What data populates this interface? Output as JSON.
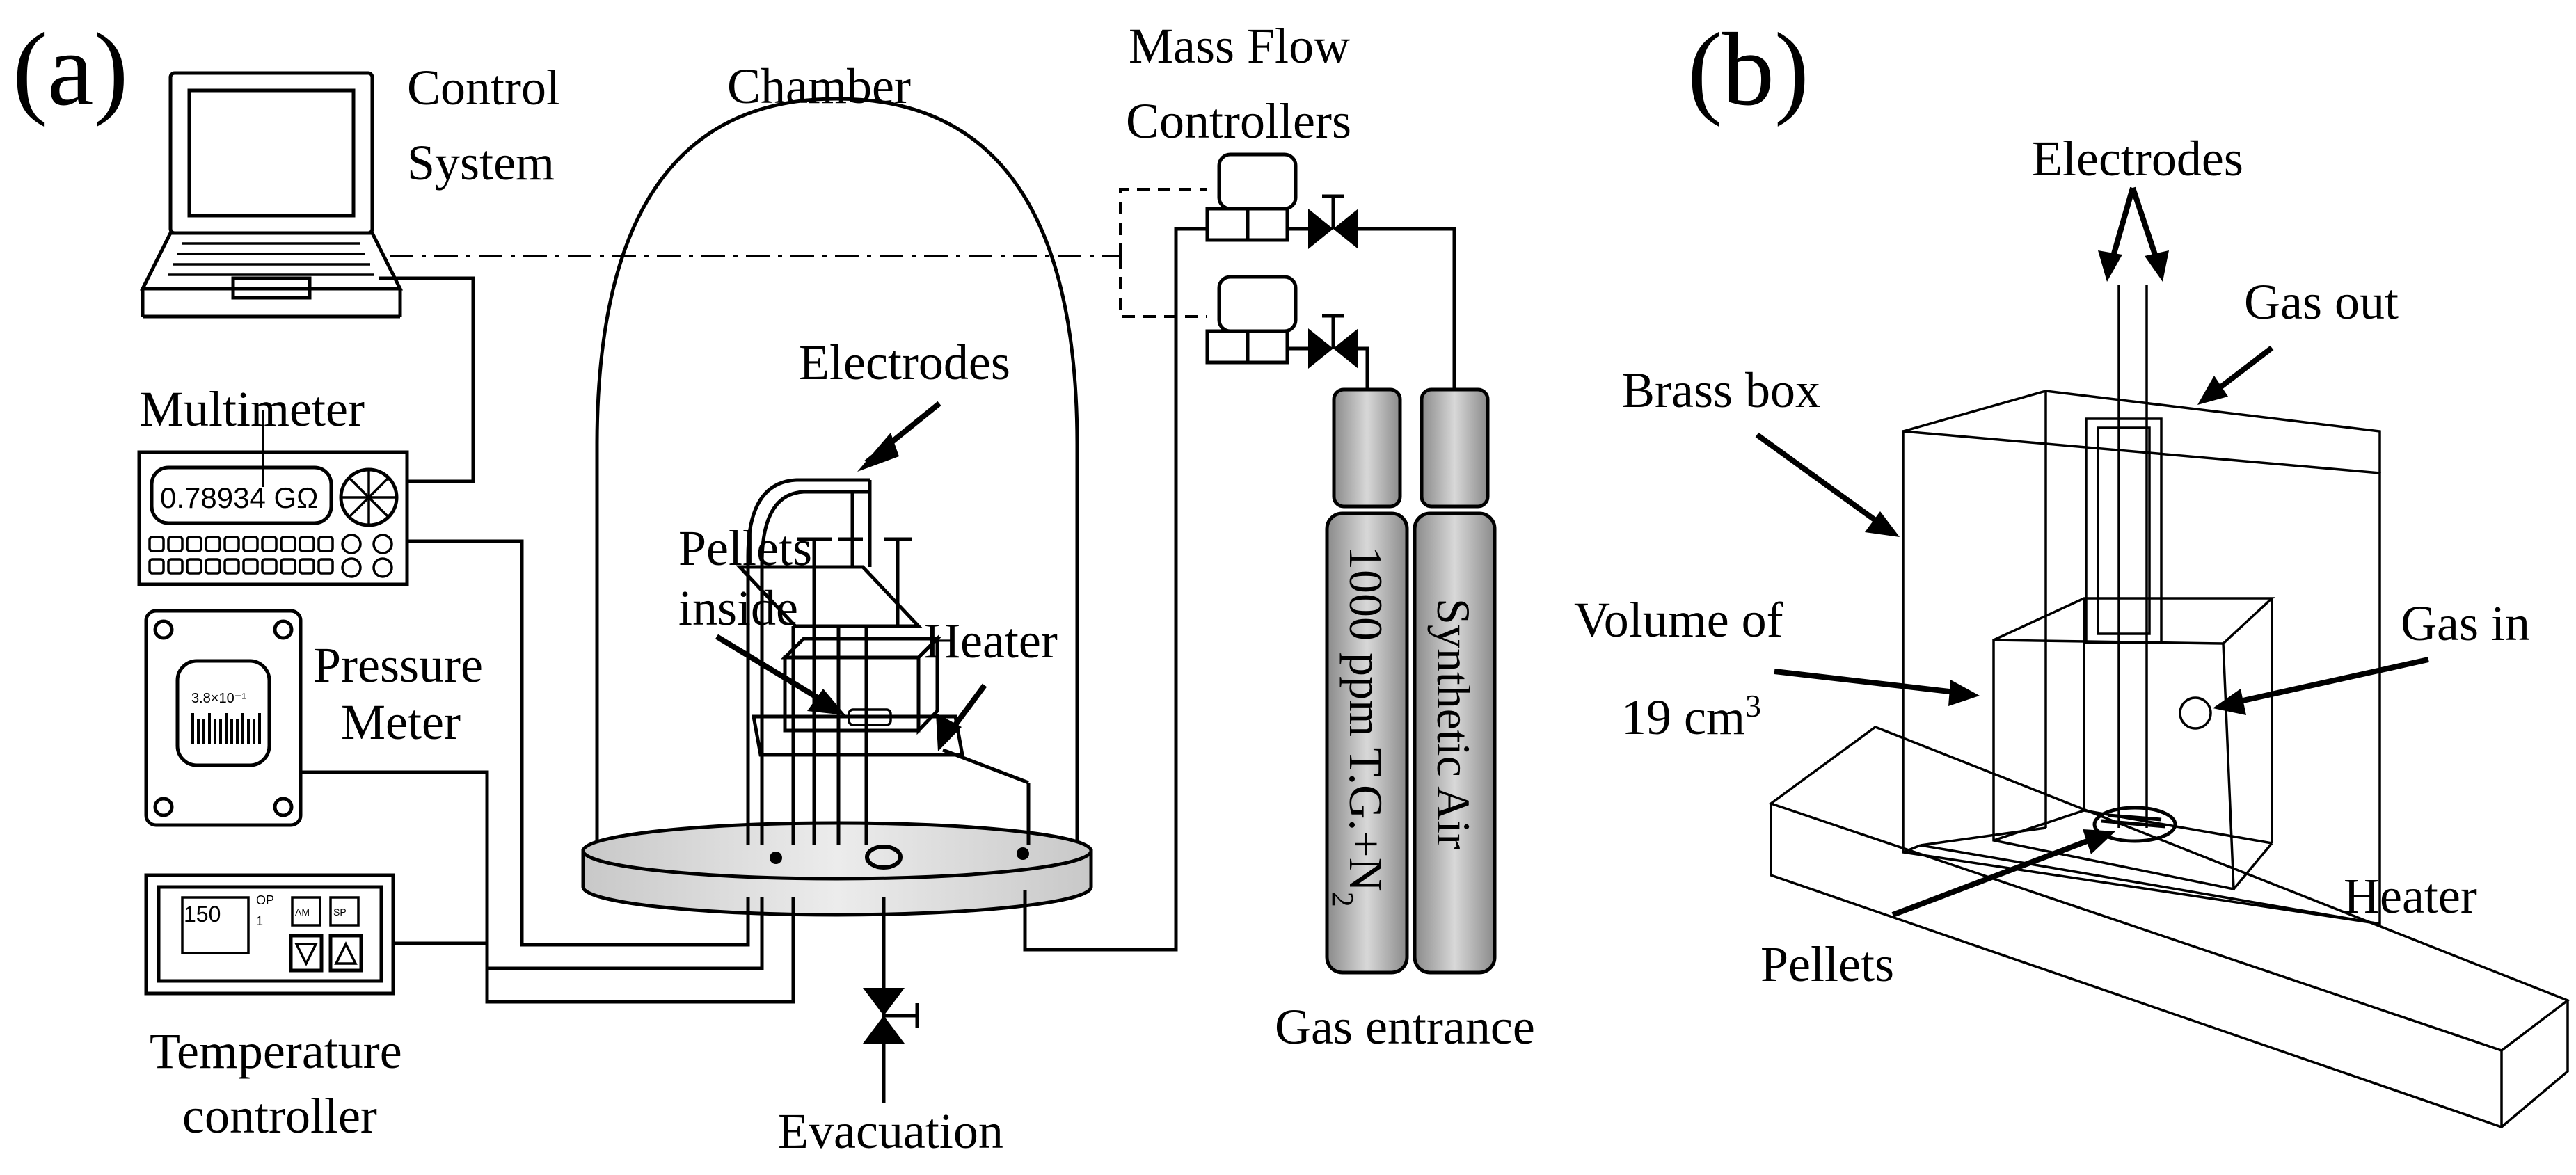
{
  "panel_a": {
    "label": "(a)",
    "control_system": [
      "Control",
      "System"
    ],
    "chamber": "Chamber",
    "mass_flow": [
      "Mass Flow",
      "Controllers"
    ],
    "electrodes": "Electrodes",
    "multimeter": "Multimeter",
    "multimeter_reading": "0.78934 GΩ",
    "pellets_inside": [
      "Pellets",
      "inside"
    ],
    "heater": "Heater",
    "pressure_meter": [
      "Pressure",
      "Meter"
    ],
    "pressure_reading": "3.8×10⁻¹",
    "temperature_controller": [
      "Temperature",
      "controller"
    ],
    "temp_display": "150",
    "temp_small": [
      "OP",
      "1"
    ],
    "temp_keys": [
      "AM",
      "SP"
    ],
    "cylinder_left": "1000 ppm T.G.+N",
    "cylinder_left_sub": "2",
    "cylinder_right": "Synthetic Air",
    "gas_entrance": "Gas entrance",
    "evacuation": "Evacuation"
  },
  "panel_b": {
    "label": "(b)",
    "electrodes": "Electrodes",
    "gas_out": "Gas out",
    "brass_box": "Brass box",
    "volume": [
      "Volume of",
      "19 cm"
    ],
    "volume_sup": "3",
    "gas_in": "Gas in",
    "heater": "Heater",
    "pellets": "Pellets"
  }
}
